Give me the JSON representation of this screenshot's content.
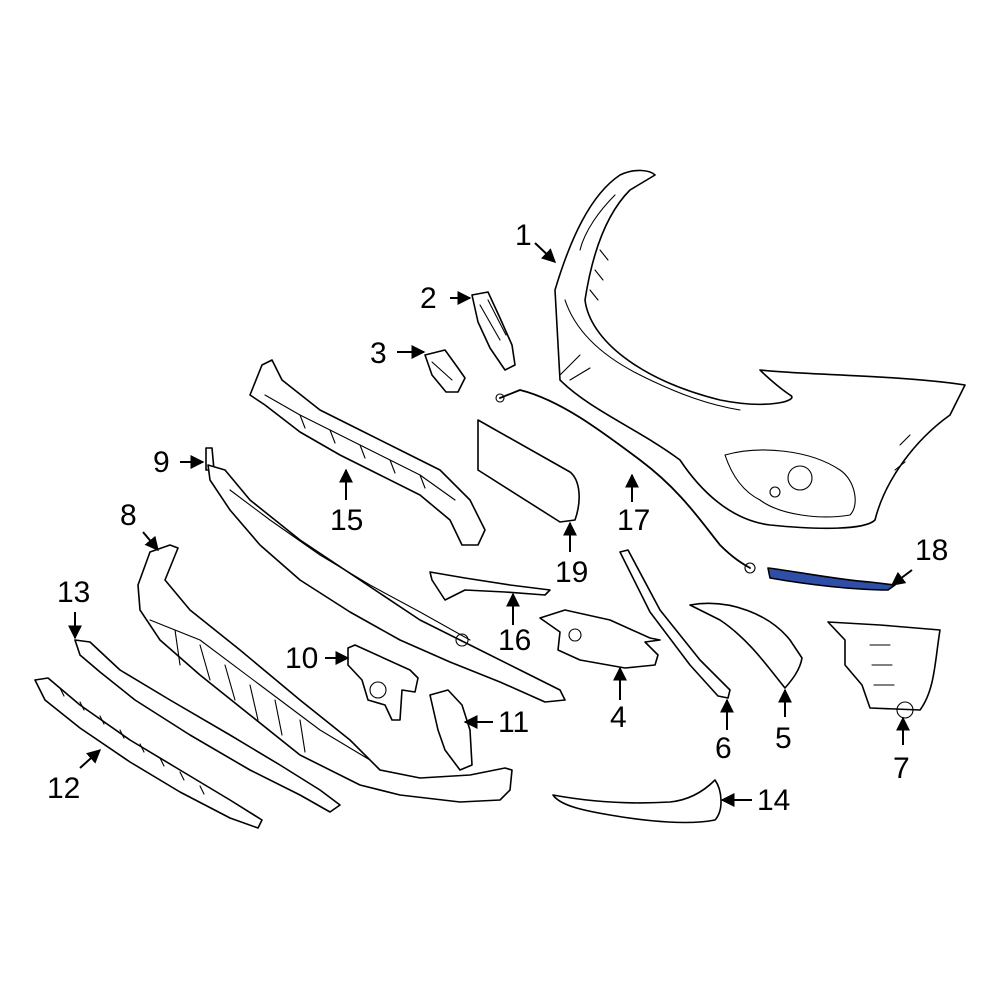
{
  "diagram": {
    "highlight_color": "#2e4ea8",
    "callouts": [
      "1",
      "2",
      "3",
      "4",
      "5",
      "6",
      "7",
      "8",
      "9",
      "10",
      "11",
      "12",
      "13",
      "14",
      "15",
      "16",
      "17",
      "18",
      "19"
    ]
  }
}
